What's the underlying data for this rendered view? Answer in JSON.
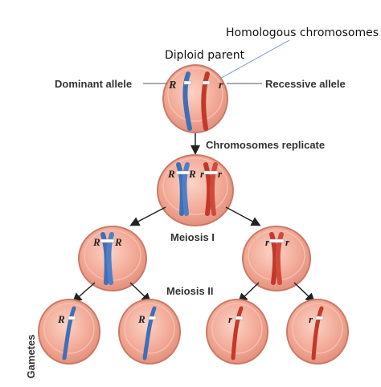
{
  "labels": {
    "homologous_chromosomes": "Homologous chromosomes",
    "diploid_parent": "Diploid parent",
    "dominant_allele": "Dominant allele",
    "recessive_allele": "Recessive allele",
    "chromosomes_replicate": "Chromosomes replicate",
    "meiosis_1": "Meiosis I",
    "meiosis_2": "Meiosis II",
    "gametes": "Gametes"
  },
  "alleles": {
    "dominant": "R",
    "recessive": "r"
  },
  "colors": {
    "cell_fill": "#f2a996",
    "cell_rim": "#d98b7a",
    "dominant_chromosome": "#3f6fb8",
    "recessive_chromosome": "#c0392b",
    "callout_line": "#6a93c9"
  }
}
